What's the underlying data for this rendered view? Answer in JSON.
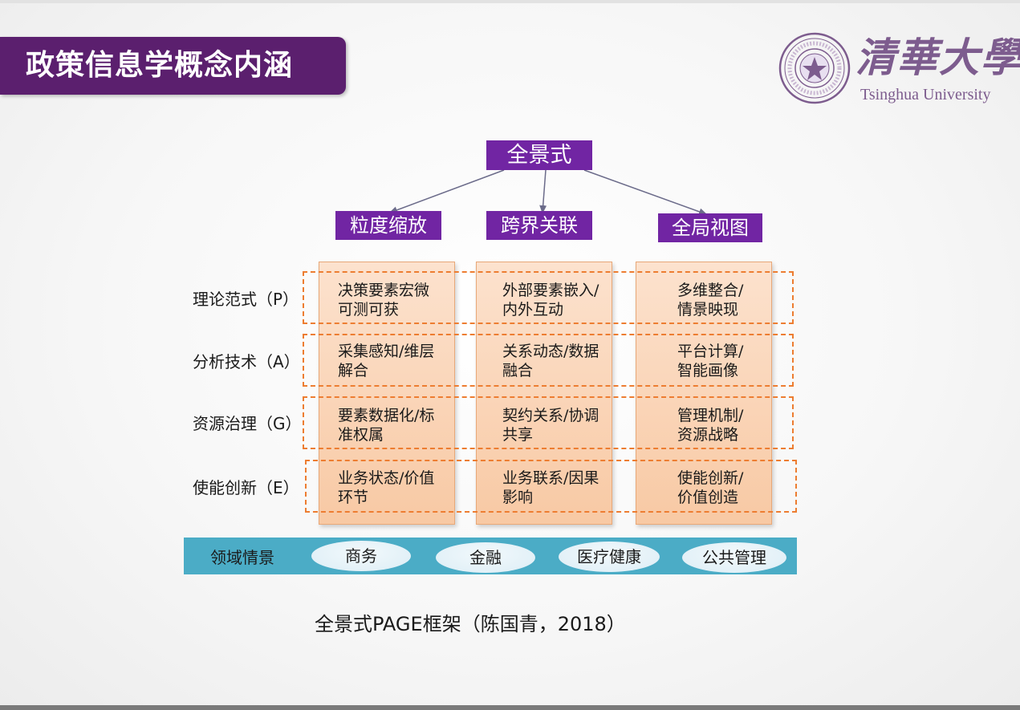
{
  "slide": {
    "title": "政策信息学概念内涵",
    "logo": {
      "cn_name": "清華大學",
      "en_name": "Tsinghua University"
    },
    "caption": "全景式PAGE框架（陈国青，2018）"
  },
  "diagram": {
    "root": "全景式",
    "dimensions": [
      "粒度缩放",
      "跨界关联",
      "全局视图"
    ],
    "rows": [
      {
        "label": "理论范式（P）",
        "cells": [
          [
            "决策要素宏微",
            "可测可获"
          ],
          [
            "外部要素嵌入/",
            "内外互动"
          ],
          [
            "多维整合/",
            "情景映现"
          ]
        ]
      },
      {
        "label": "分析技术（A）",
        "cells": [
          [
            "采集感知/维层",
            "解合"
          ],
          [
            "关系动态/数据",
            "融合"
          ],
          [
            "平台计算/",
            "智能画像"
          ]
        ]
      },
      {
        "label": "资源治理（G）",
        "cells": [
          [
            "要素数据化/标",
            "准权属"
          ],
          [
            "契约关系/协调",
            "共享"
          ],
          [
            "管理机制/",
            "资源战略"
          ]
        ]
      },
      {
        "label": "使能创新（E）",
        "cells": [
          [
            "业务状态/价值",
            "环节"
          ],
          [
            "业务联系/因果",
            "影响"
          ],
          [
            "使能创新/",
            "价值创造"
          ]
        ]
      }
    ],
    "domain": {
      "label": "领域情景",
      "items": [
        "商务",
        "金融",
        "医疗健康",
        "公共管理"
      ]
    }
  },
  "colors": {
    "title_banner": "#5b1f6e",
    "purple_box": "#7125a3",
    "column_fill": "#f8c9a4",
    "dashed_row": "#ed7d31",
    "domain_band": "#4bacc6",
    "logo": "#7d5c8e"
  }
}
